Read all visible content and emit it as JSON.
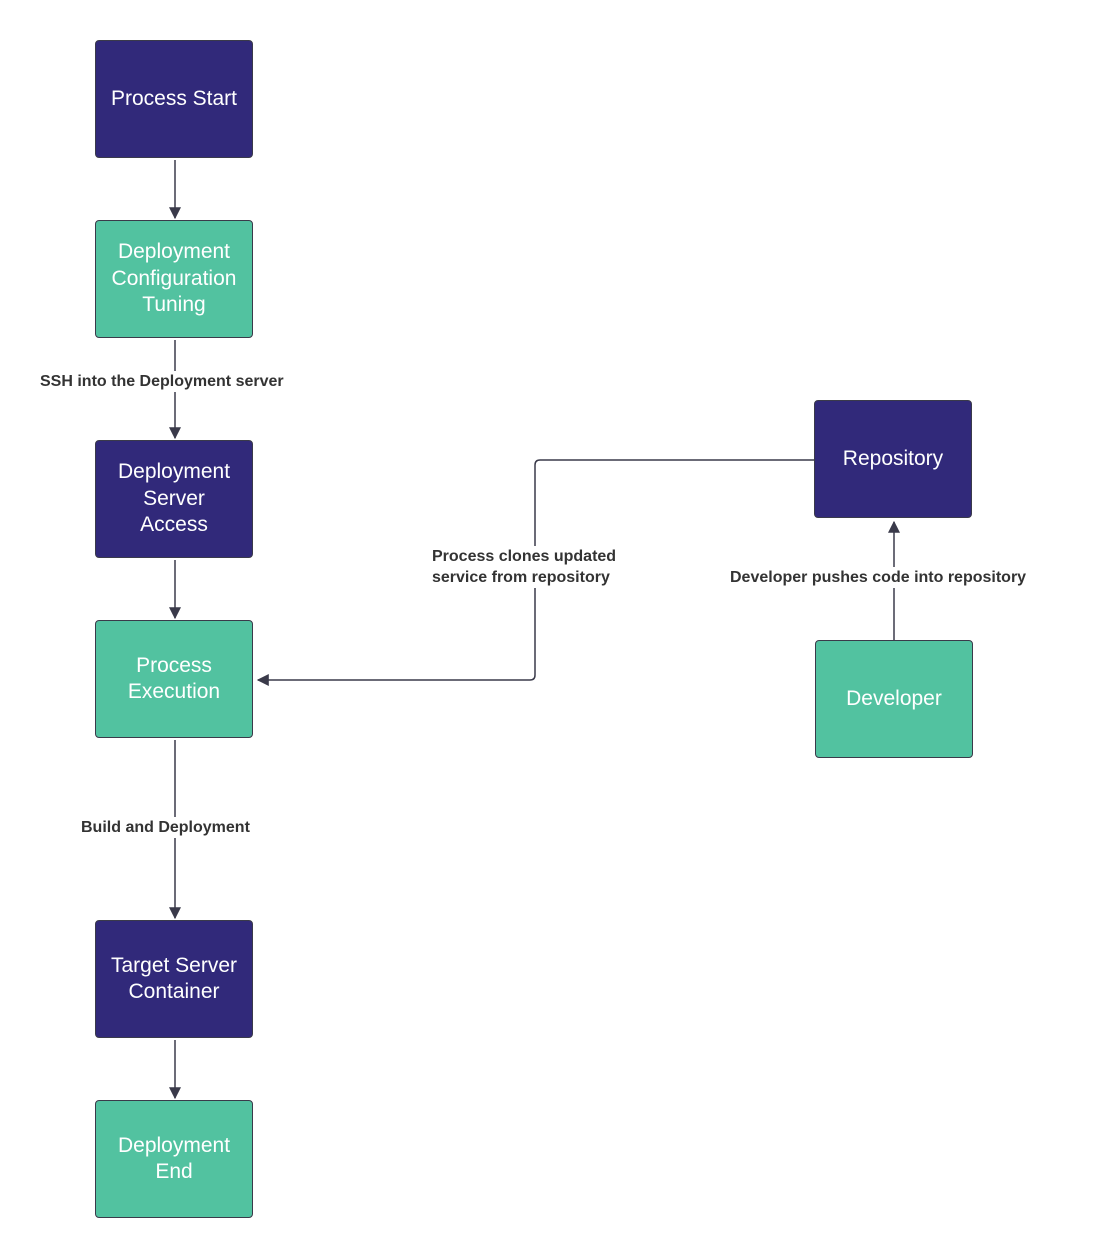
{
  "colors": {
    "dark_node": "#31297a",
    "teal_node": "#52c2a0",
    "connector": "#3a3a4a",
    "label_text": "#333333"
  },
  "nodes": {
    "process_start": "Process Start",
    "deployment_configuration_tuning": "Deployment\nConfiguration\nTuning",
    "deployment_server_access": "Deployment\nServer\nAccess",
    "process_execution": "Process\nExecution",
    "target_server_container": "Target Server\nContainer",
    "deployment_end": "Deployment\nEnd",
    "repository": "Repository",
    "developer": "Developer"
  },
  "edges": {
    "ssh_label": "SSH into the Deployment server",
    "clone_label": "Process clones updated\nservice from repository",
    "build_label": "Build and Deployment",
    "push_label": "Developer pushes code into repository"
  }
}
